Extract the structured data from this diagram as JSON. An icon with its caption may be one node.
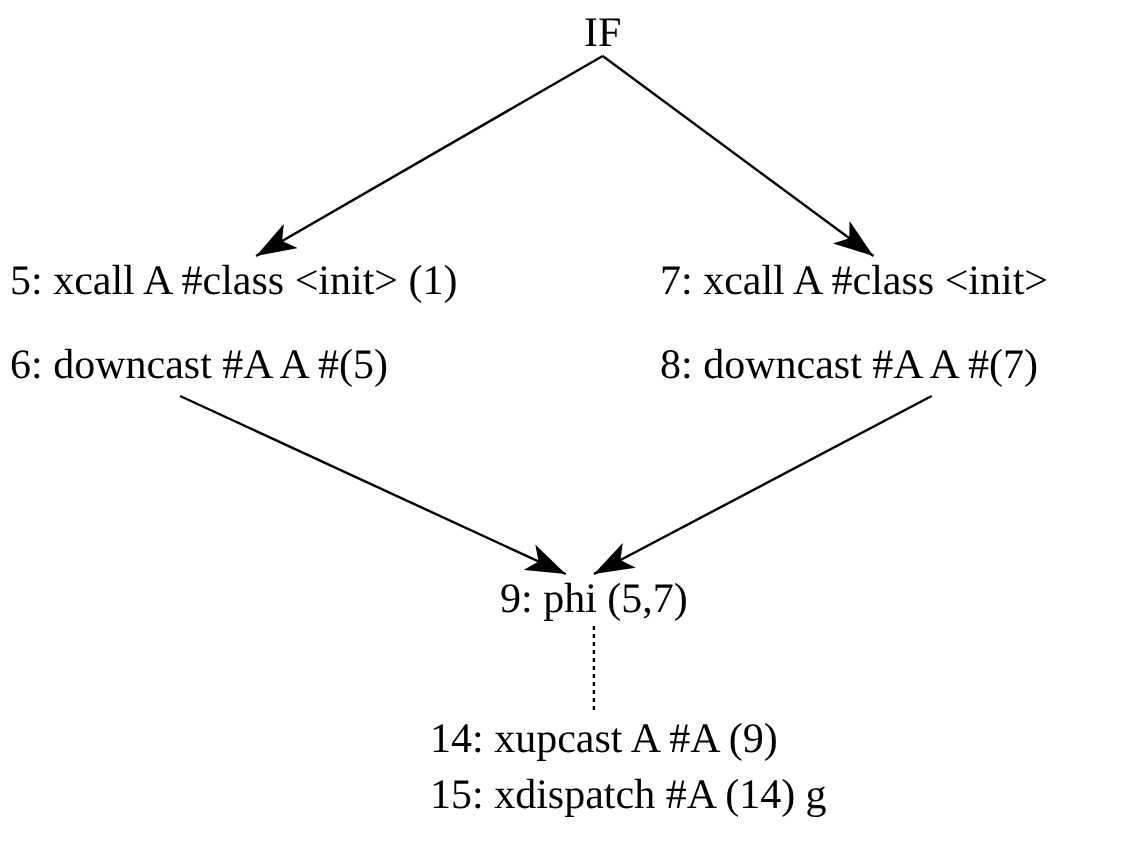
{
  "diagram": {
    "nodes": [
      {
        "text": [
          "IF"
        ]
      },
      {
        "text": [
          "5: xcall A #class <init> (1)",
          "6: downcast #A A #(5)"
        ]
      },
      {
        "text": [
          "7: xcall A #class <init>",
          "8: downcast #A A #(7)"
        ]
      },
      {
        "text": [
          "9: phi (5,7)"
        ]
      },
      {
        "text": [
          "14: xupcast A #A (9)",
          "15: xdispatch #A (14) g"
        ]
      }
    ],
    "edges": [
      {
        "from": 0,
        "to": 1,
        "arrow": "to"
      },
      {
        "from": 0,
        "to": 2,
        "arrow": "to"
      },
      {
        "from": 1,
        "to": 3,
        "arrow": "to"
      },
      {
        "from": 2,
        "to": 3,
        "arrow": "to"
      },
      {
        "from": 3,
        "to": 4,
        "arrow": "none",
        "style": "dashed"
      }
    ]
  }
}
